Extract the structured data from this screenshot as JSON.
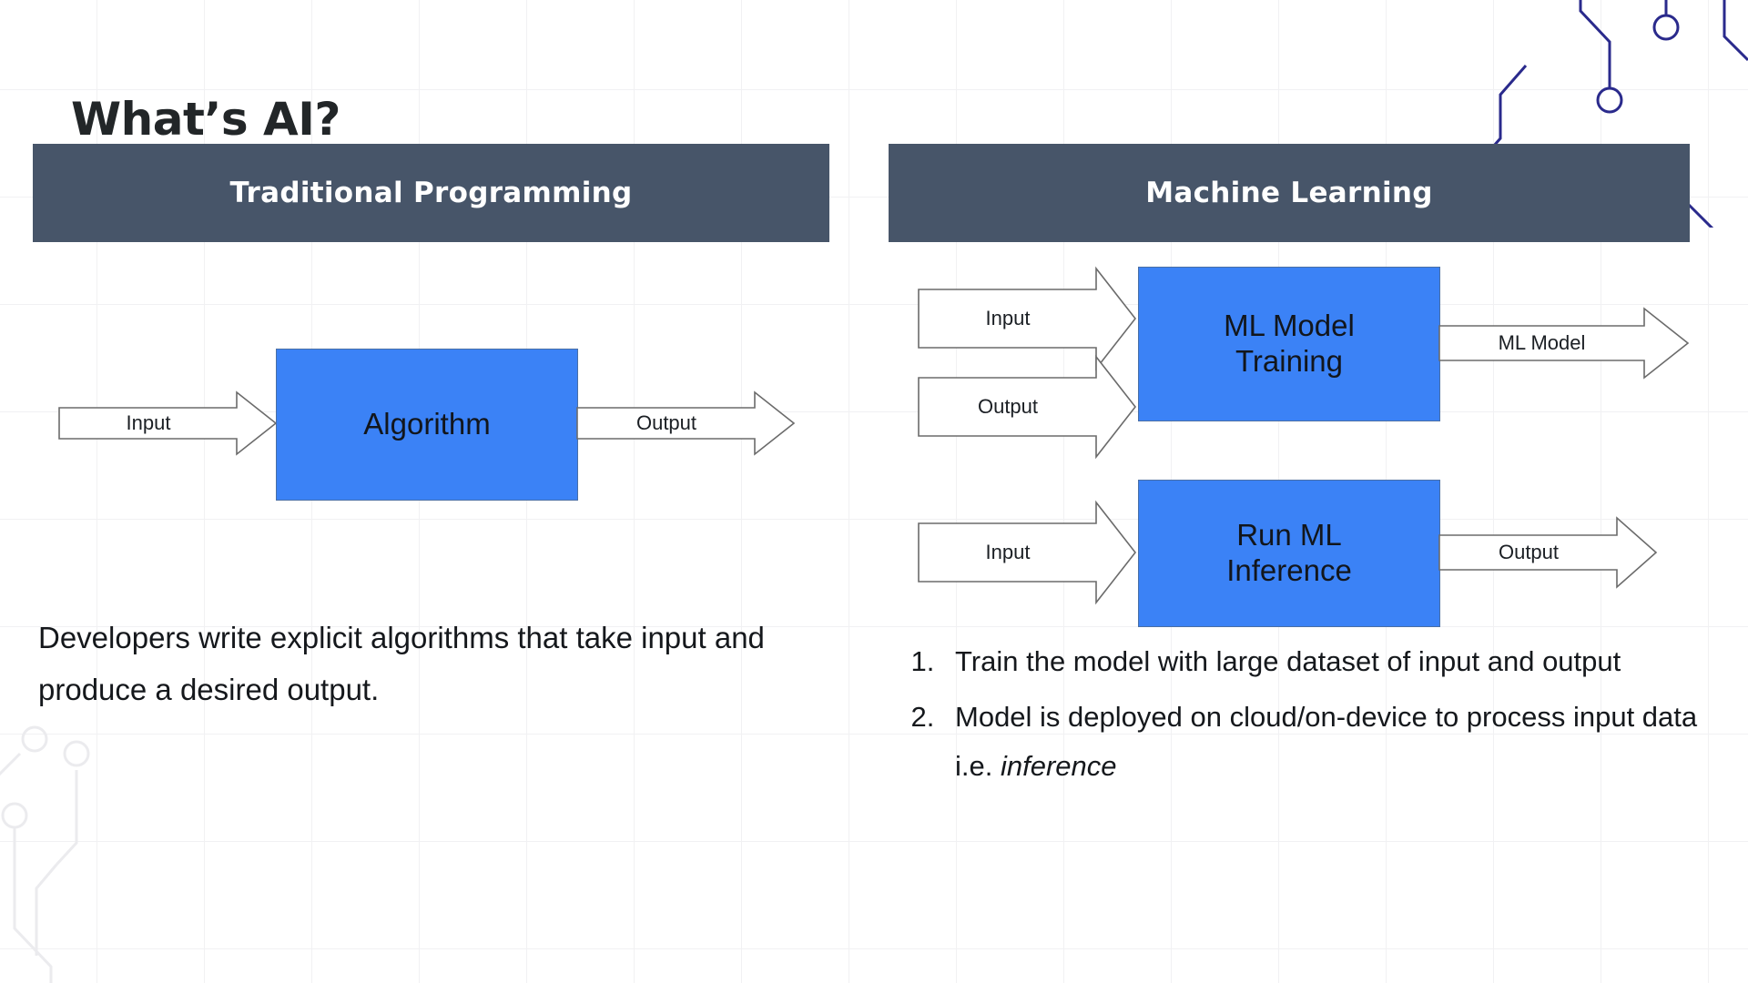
{
  "slide": {
    "title": "What’s AI?",
    "background_color": "#ffffff",
    "grid_color": "#f1f1f3",
    "accent_blue": "#3b82f6",
    "header_bar_color": "#475569",
    "decoration_top_right_color": "#2a2a8c",
    "decoration_bottom_left_color": "#ededf0"
  },
  "columns": {
    "left": {
      "header": "Traditional Programming",
      "diagram": {
        "process_box": "Algorithm",
        "input_arrow_label": "Input",
        "output_arrow_label": "Output"
      },
      "body_text": "Developers write explicit algorithms that take input and produce a desired output."
    },
    "right": {
      "header": "Machine Learning",
      "diagram": {
        "training_box": "ML Model\nTraining",
        "training_box_line1": "ML Model",
        "training_box_line2": "Training",
        "training_input_arrow_label": "Input",
        "training_output_arrow_label": "Output",
        "training_result_arrow_label": "ML Model",
        "inference_box_line1": "Run ML",
        "inference_box_line2": "Inference",
        "inference_input_arrow_label": "Input",
        "inference_output_arrow_label": "Output"
      },
      "steps": [
        {
          "number": "1.",
          "text": "Train the model with large dataset of input and output"
        },
        {
          "number": "2.",
          "text_before_italic": "Model is deployed on cloud/on-device to process input data i.e. ",
          "italic_text": "inference"
        }
      ]
    }
  }
}
